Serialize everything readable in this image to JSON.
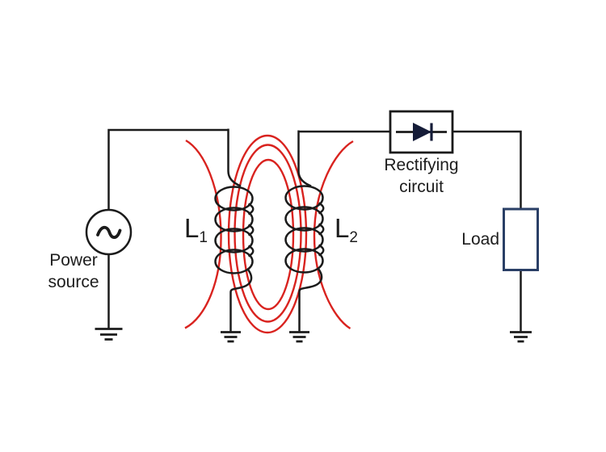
{
  "labels": {
    "power_source": {
      "line1": "Power",
      "line2": "source"
    },
    "coil1": {
      "main": "L",
      "sub": "1"
    },
    "coil2": {
      "main": "L",
      "sub": "2"
    },
    "rectifier": {
      "line1": "Rectifying",
      "line2": "circuit"
    },
    "load": "Load"
  },
  "icons": {
    "ac_source_icon": "sine-wave-in-circle",
    "diode_icon": "right-pointing-triangle-with-bar",
    "ground_icon": "three-shrinking-bars",
    "field_lines_icon": "nested-red-ellipses"
  },
  "colors": {
    "bg": "#ffffff",
    "wire": "#1b1b1b",
    "field": "#d9231f",
    "load_border": "#2a3f66",
    "diode": "#151c38",
    "text": "#1d1d1d"
  }
}
